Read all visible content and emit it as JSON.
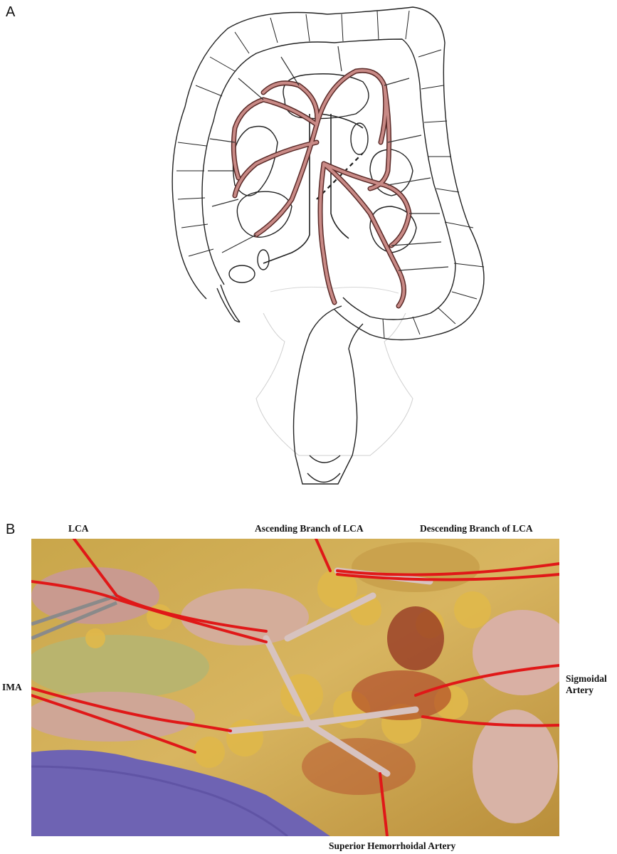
{
  "panels": {
    "a": {
      "letter": "A"
    },
    "b": {
      "letter": "B"
    }
  },
  "labels": {
    "lca": "LCA",
    "ascending_branch": "Ascending Branch of LCA",
    "descending_branch": "Descending Branch of LCA",
    "ima": "IMA",
    "sigmoidal_line1": "Sigmoidal",
    "sigmoidal_line2": "Artery",
    "superior_hemorrhoidal": "Superior Hemorrhoidal Artery"
  },
  "colors": {
    "artery_fill": "#c98a86",
    "artery_outline": "#5a2a28",
    "vessel_loop_red": "#e01818",
    "fat_yellow": "#d9b24a",
    "drape_purple": "#6e63b3",
    "bowel_pink": "#d9a79c"
  }
}
